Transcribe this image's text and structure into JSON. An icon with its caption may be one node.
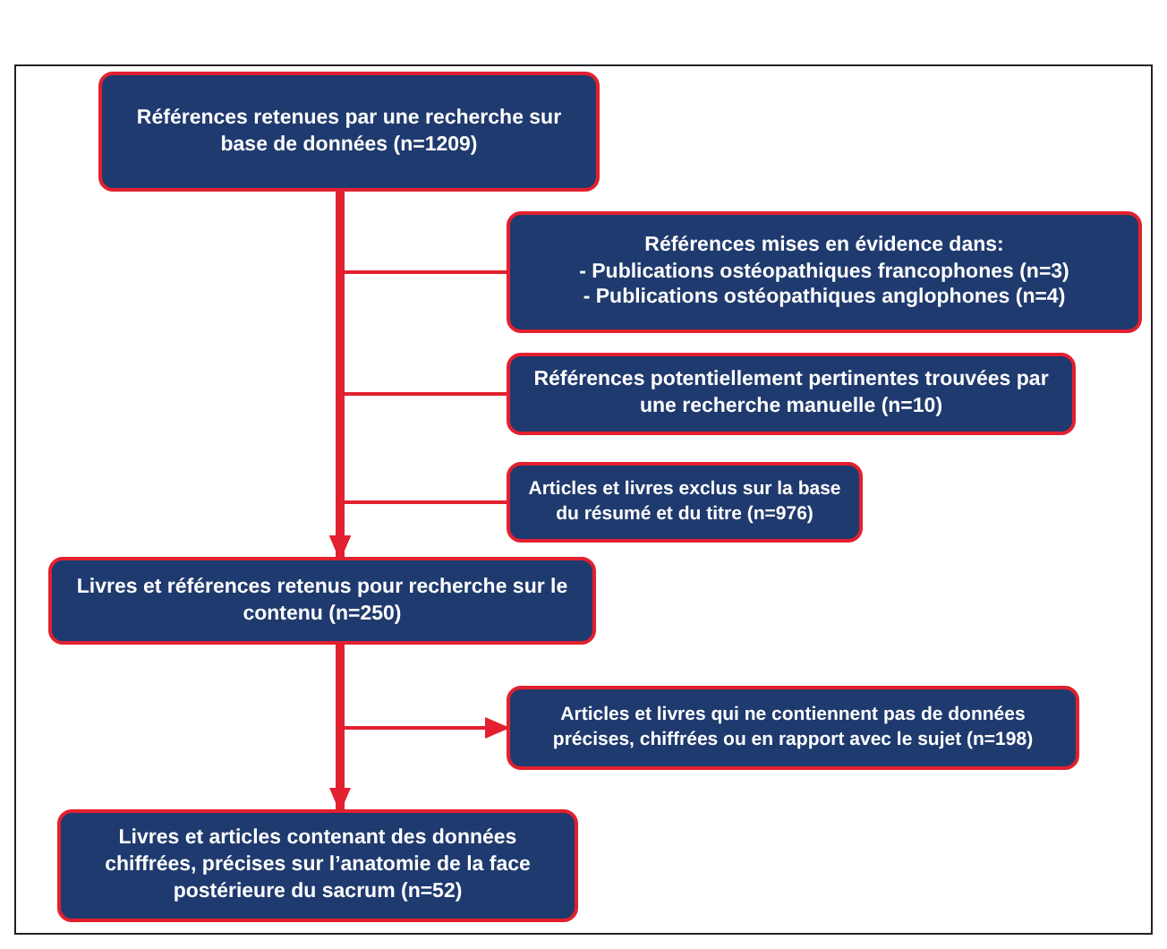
{
  "diagram": {
    "nodes": [
      {
        "text": [
          "Références retenues par une recherche sur base de données (n=1209)"
        ]
      },
      {
        "text": [
          "Références mises en évidence dans:",
          "- Publications ostéopathiques francophones (n=3)",
          "- Publications ostéopathiques anglophones (n=4)"
        ]
      },
      {
        "text": [
          "Références potentiellement pertinentes trouvées par une recherche manuelle (n=10)"
        ]
      },
      {
        "text": [
          "Articles et livres exclus sur la base du résumé et du titre (n=976)"
        ]
      },
      {
        "text": [
          "Livres et références retenus pour recherche sur le contenu (n=250)"
        ]
      },
      {
        "text": [
          "Articles et livres qui ne contiennent pas de données précises, chiffrées ou en rapport avec le sujet (n=198)"
        ]
      },
      {
        "text": [
          "Livres et articles contenant des données chiffrées, précises sur l’anatomie de la face postérieure du sacrum (n=52)"
        ]
      }
    ],
    "edges": [
      {
        "from": 0,
        "to": 4,
        "arrow": "to",
        "style": "thick"
      },
      {
        "from": 1,
        "to": 4,
        "arrow": "to"
      },
      {
        "from": 2,
        "to": 4,
        "arrow": "to"
      },
      {
        "from": 3,
        "to": 4,
        "arrow": "to"
      },
      {
        "from": 4,
        "to": 6,
        "arrow": "to",
        "style": "thick"
      },
      {
        "from": 4,
        "to": 5,
        "arrow": "to"
      }
    ]
  }
}
